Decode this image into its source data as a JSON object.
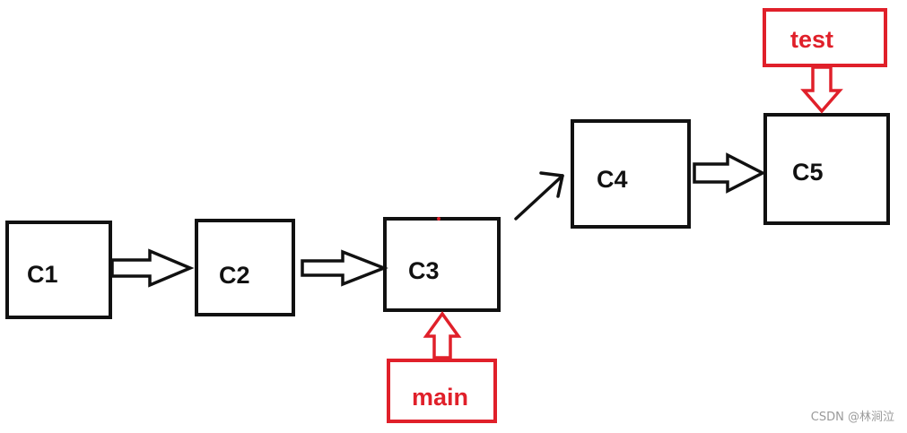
{
  "nodes": [
    {
      "id": "c1",
      "label": "C1"
    },
    {
      "id": "c2",
      "label": "C2"
    },
    {
      "id": "c3",
      "label": "C3"
    },
    {
      "id": "c4",
      "label": "C4"
    },
    {
      "id": "c5",
      "label": "C5"
    }
  ],
  "pointers": {
    "main": {
      "label": "main",
      "target": "C3"
    },
    "test": {
      "label": "test",
      "target": "C5"
    }
  },
  "edges": [
    {
      "from": "C1",
      "to": "C2",
      "style": "hollow-arrow"
    },
    {
      "from": "C2",
      "to": "C3",
      "style": "hollow-arrow"
    },
    {
      "from": "C3",
      "to": "C4",
      "style": "line-arrow"
    },
    {
      "from": "C4",
      "to": "C5",
      "style": "hollow-arrow"
    }
  ],
  "colors": {
    "node_stroke": "#111111",
    "pointer": "#e0202a",
    "watermark": "#9a9a9a"
  },
  "watermark": "CSDN @林涧泣"
}
